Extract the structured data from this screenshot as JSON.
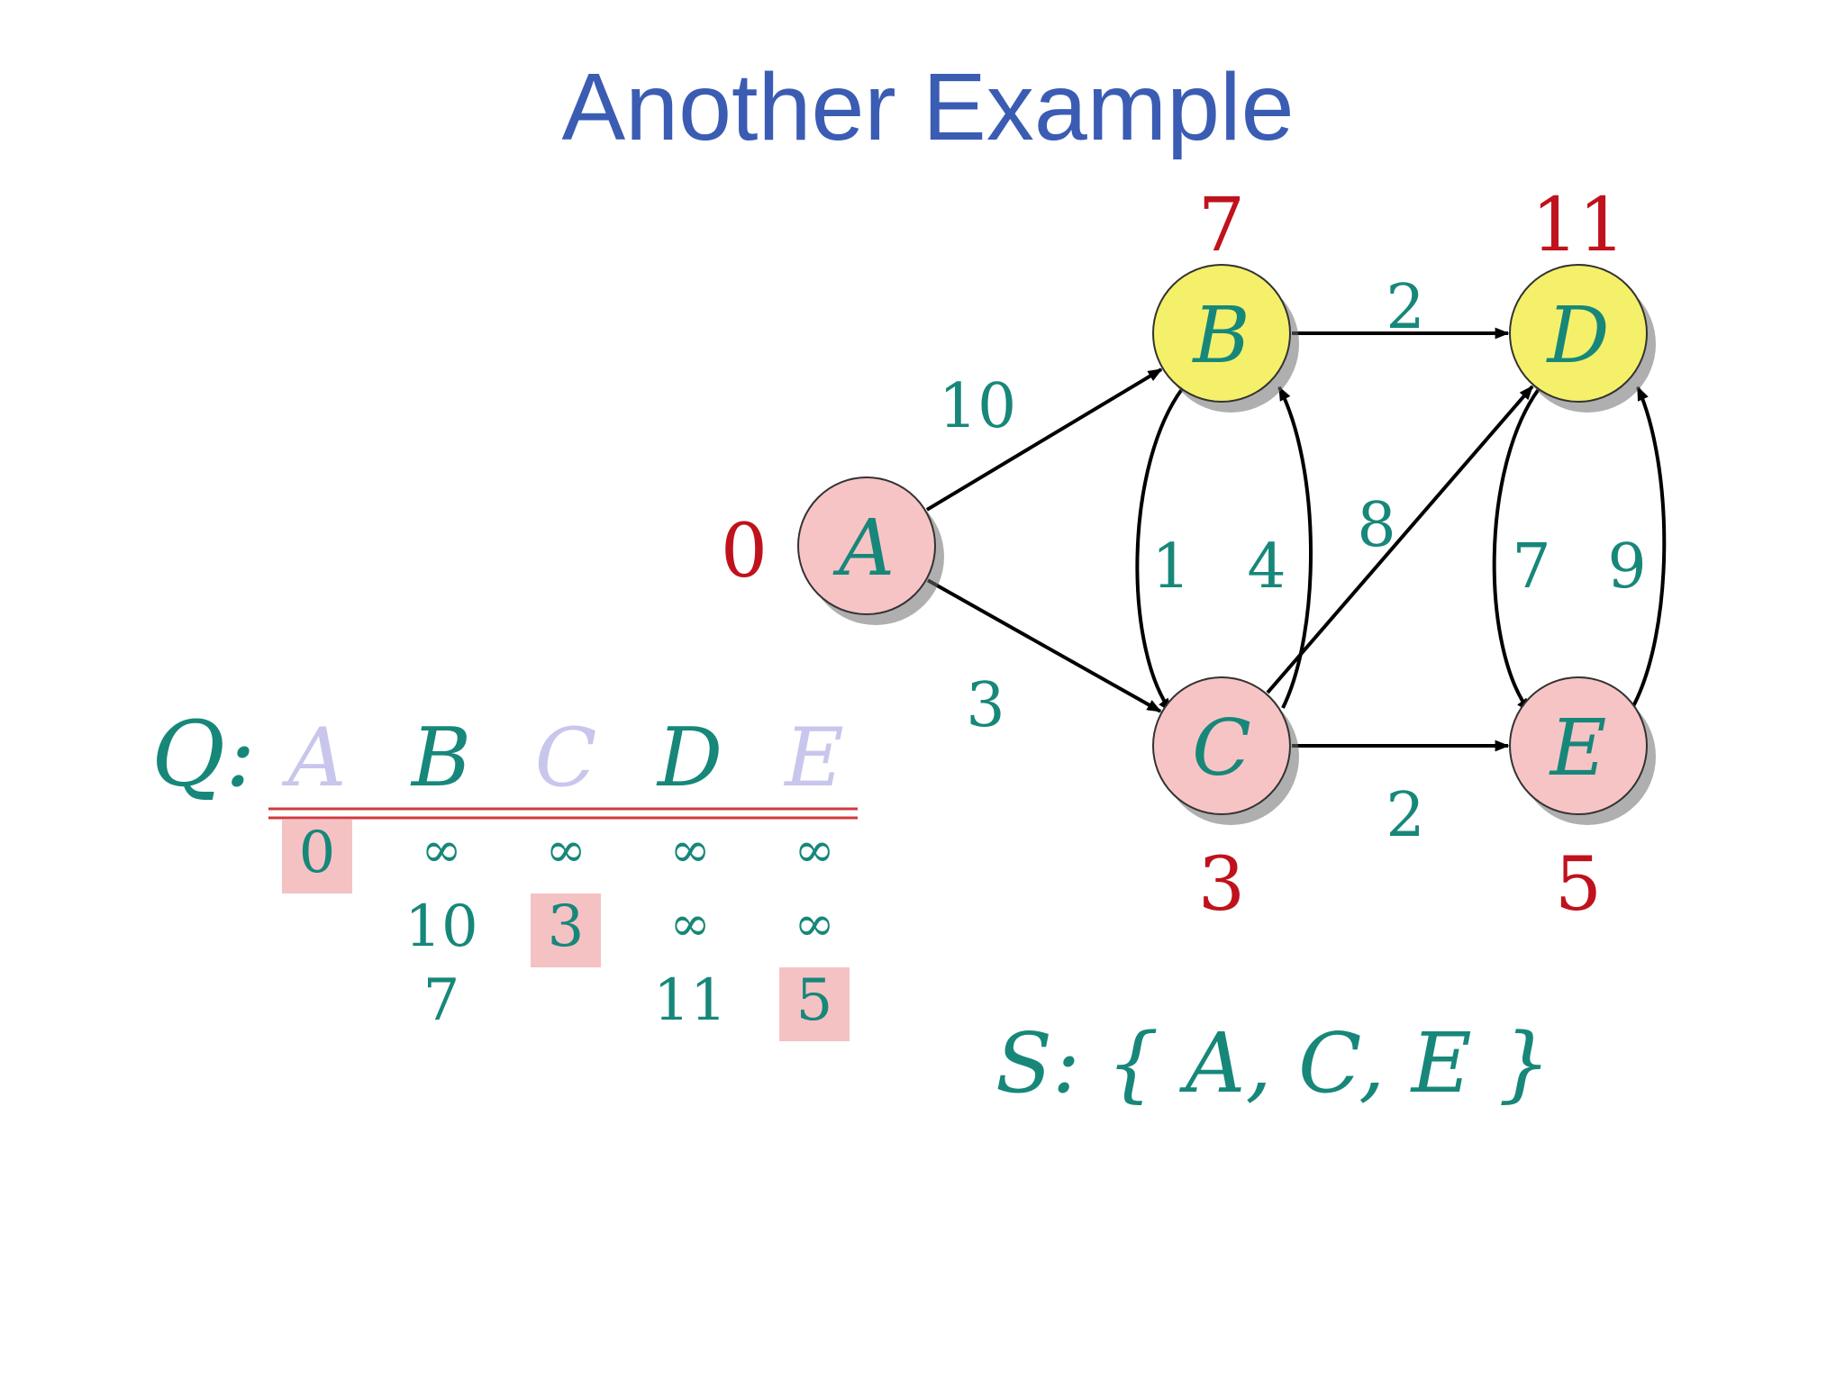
{
  "slide": {
    "title": "Another Example"
  },
  "colors": {
    "title": "#3b5cb3",
    "teal": "#17877a",
    "distance_red": "#c0121c",
    "node_pink": "#f7c4c6",
    "node_yellow": "#f4f06a",
    "faded": "#c8c6ec",
    "highlight": "#f5c2c4",
    "rule": "#d0393e"
  },
  "graph": {
    "nodes": [
      {
        "id": "A",
        "label": "A",
        "distance": "0",
        "state": "settled"
      },
      {
        "id": "B",
        "label": "B",
        "distance": "7",
        "state": "frontier"
      },
      {
        "id": "C",
        "label": "C",
        "distance": "3",
        "state": "settled"
      },
      {
        "id": "D",
        "label": "D",
        "distance": "11",
        "state": "frontier"
      },
      {
        "id": "E",
        "label": "E",
        "distance": "5",
        "state": "settled"
      }
    ],
    "edges": [
      {
        "from": "A",
        "to": "B",
        "weight": "10"
      },
      {
        "from": "A",
        "to": "C",
        "weight": "3"
      },
      {
        "from": "B",
        "to": "D",
        "weight": "2"
      },
      {
        "from": "B",
        "to": "C",
        "weight": "1"
      },
      {
        "from": "C",
        "to": "B",
        "weight": "4"
      },
      {
        "from": "C",
        "to": "D",
        "weight": "8"
      },
      {
        "from": "C",
        "to": "E",
        "weight": "2"
      },
      {
        "from": "D",
        "to": "E",
        "weight": "7"
      },
      {
        "from": "E",
        "to": "D",
        "weight": "9"
      }
    ]
  },
  "queue": {
    "label": "Q:",
    "columns": [
      {
        "label": "A",
        "removed": true
      },
      {
        "label": "B",
        "removed": false
      },
      {
        "label": "C",
        "removed": true
      },
      {
        "label": "D",
        "removed": false
      },
      {
        "label": "E",
        "removed": true
      }
    ],
    "rows": [
      [
        "0",
        "∞",
        "∞",
        "∞",
        "∞"
      ],
      [
        "",
        "10",
        "3",
        "∞",
        "∞"
      ],
      [
        "",
        "7",
        "",
        "11",
        "5"
      ]
    ],
    "highlighted": [
      {
        "row": 0,
        "col": 0
      },
      {
        "row": 1,
        "col": 2
      },
      {
        "row": 2,
        "col": 4
      }
    ]
  },
  "set_s": {
    "text": "S: { A, C, E }"
  }
}
